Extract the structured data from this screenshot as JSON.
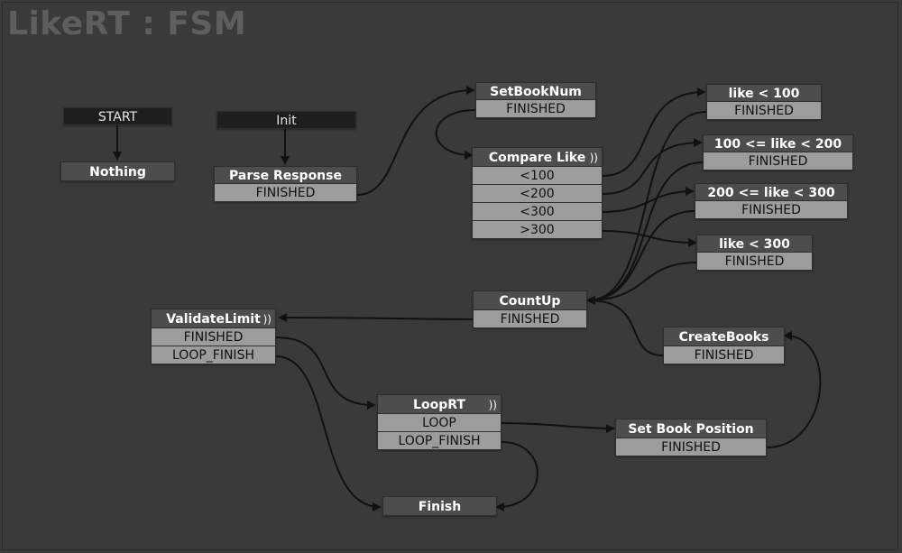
{
  "title": "LikeRT : FSM",
  "nodes": {
    "start": {
      "label": "START"
    },
    "init": {
      "label": "Init"
    },
    "nothing": {
      "label": "Nothing"
    },
    "parse_response": {
      "label": "Parse Response",
      "transitions": [
        "FINISHED"
      ]
    },
    "set_book_num": {
      "label": "SetBookNum",
      "transitions": [
        "FINISHED"
      ]
    },
    "compare_like": {
      "label": "Compare Like",
      "icon": "))",
      "transitions": [
        "<100",
        "<200",
        "<300",
        ">300"
      ]
    },
    "like_lt_100": {
      "label": "like < 100",
      "transitions": [
        "FINISHED"
      ]
    },
    "like_100_200": {
      "label": "100 <= like < 200",
      "transitions": [
        "FINISHED"
      ]
    },
    "like_200_300": {
      "label": "200 <= like < 300",
      "transitions": [
        "FINISHED"
      ]
    },
    "like_lt_300": {
      "label": "like < 300",
      "transitions": [
        "FINISHED"
      ]
    },
    "count_up": {
      "label": "CountUp",
      "transitions": [
        "FINISHED"
      ]
    },
    "validate_limit": {
      "label": "ValidateLimit",
      "icon": "))",
      "transitions": [
        "FINISHED",
        "LOOP_FINISH"
      ]
    },
    "create_books": {
      "label": "CreateBooks",
      "transitions": [
        "FINISHED"
      ]
    },
    "loop_rt": {
      "label": "LoopRT",
      "icon": "))",
      "transitions": [
        "LOOP",
        "LOOP_FINISH"
      ]
    },
    "set_book_position": {
      "label": "Set Book Position",
      "transitions": [
        "FINISHED"
      ]
    },
    "finish": {
      "label": "Finish"
    }
  },
  "colors": {
    "background": "#3a3a3a",
    "title": "#5e5e5e",
    "state_header": "#4d4d4d",
    "start_header": "#1e1e1e",
    "transition_row": "#9c9c9c",
    "wire": "#111111"
  }
}
